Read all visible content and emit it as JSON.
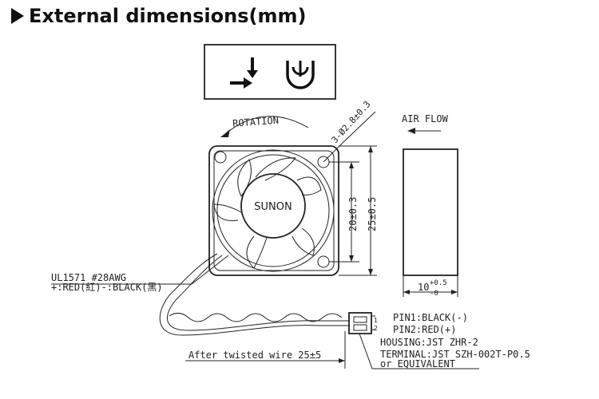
{
  "heading": {
    "title": "External dimensions(mm)"
  },
  "fan": {
    "brand": "SUNON",
    "rotation_label": "ROTATION",
    "hole_label": "3-Ø2.8±0.3",
    "inner_dim": "20±0.3",
    "outer_dim": "25±0.5",
    "thickness_dim_main": "10",
    "thickness_dim_plus": "+0.5",
    "thickness_dim_minus": "-0"
  },
  "airflow": {
    "label": "AIR FLOW"
  },
  "wire": {
    "spec_line1": "UL1571  #28AWG",
    "spec_line2": "+:RED(紅)-:BLACK(黑)",
    "length_label": "After twisted wire  25±5"
  },
  "connector": {
    "pin1": "PIN1:BLACK(-)",
    "pin2": "PIN2:RED(+)",
    "housing": "HOUSING:JST  ZHR-2",
    "terminal": "TERMINAL:JST  SZH-002T-P0.5",
    "equivalent": "or  EQUIVALENT",
    "pin_num_1": "1",
    "pin_num_2": "2"
  },
  "symbols": {
    "left_icon": "rotation-direction-symbol",
    "right_icon": "airflow-direction-symbol"
  }
}
